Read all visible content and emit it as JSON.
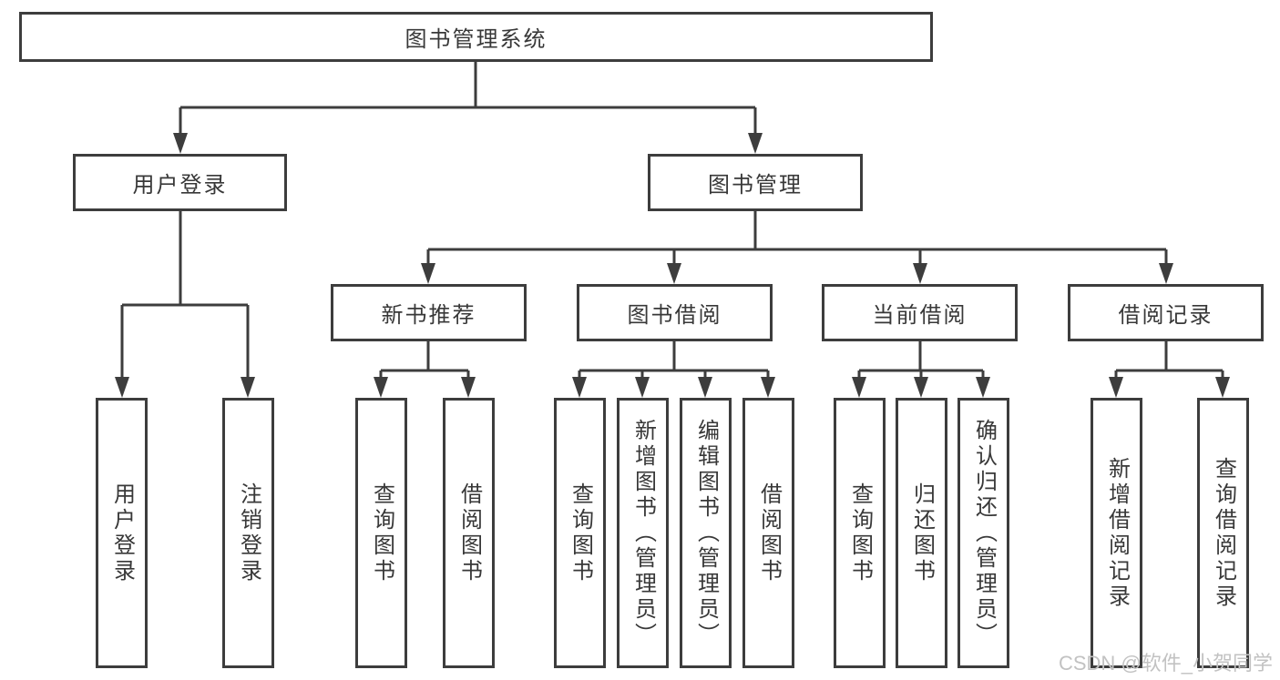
{
  "diagram_title": "图书管理系统",
  "tree": {
    "label": "图书管理系统",
    "children": [
      {
        "label": "用户登录",
        "children": [
          {
            "label": "用户登录"
          },
          {
            "label": "注销登录"
          }
        ]
      },
      {
        "label": "图书管理",
        "children": [
          {
            "label": "新书推荐",
            "children": [
              {
                "label": "查询图书"
              },
              {
                "label": "借阅图书"
              }
            ]
          },
          {
            "label": "图书借阅",
            "children": [
              {
                "label": "查询图书"
              },
              {
                "label": "新增图书（管理员）"
              },
              {
                "label": "编辑图书（管理员）"
              },
              {
                "label": "借阅图书"
              }
            ]
          },
          {
            "label": "当前借阅",
            "children": [
              {
                "label": "查询图书"
              },
              {
                "label": "归还图书"
              },
              {
                "label": "确认归还（管理员）"
              }
            ]
          },
          {
            "label": "借阅记录",
            "children": [
              {
                "label": "新增借阅记录"
              },
              {
                "label": "查询借阅记录"
              }
            ]
          }
        ]
      }
    ]
  },
  "watermark": {
    "text": "CSDN @软件_小贺同学"
  },
  "colors": {
    "line": "#3d3d3d",
    "text": "#383838",
    "watermark": "#c2c2c2",
    "bg": "#ffffff"
  }
}
